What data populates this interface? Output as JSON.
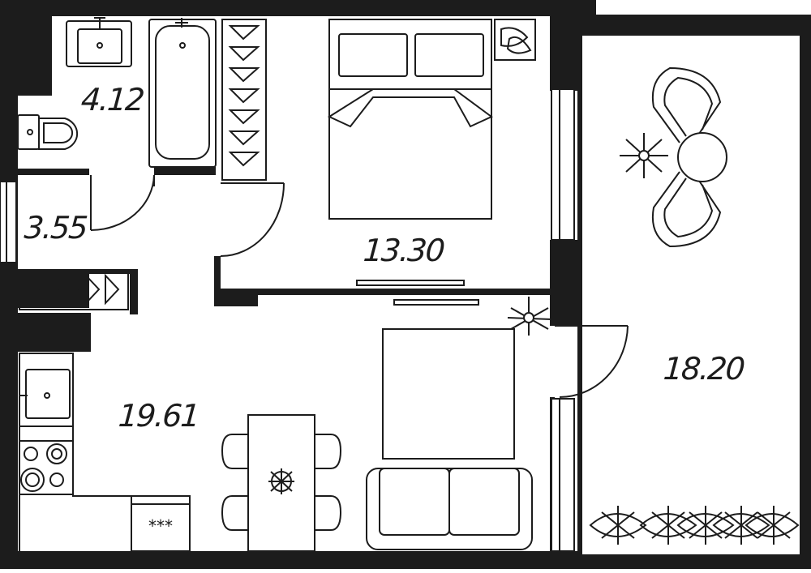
{
  "colors": {
    "wall": "#1c1c1c",
    "floor": "#ffffff",
    "line": "#1c1c1c"
  },
  "rooms": [
    {
      "id": "bathroom",
      "area": "4.12"
    },
    {
      "id": "hall",
      "area": "3.55"
    },
    {
      "id": "bedroom",
      "area": "13.30"
    },
    {
      "id": "kitchen-living",
      "area": "19.61"
    },
    {
      "id": "loggia",
      "area": "18.20"
    }
  ],
  "icons": [
    "sink-icon",
    "bathtub-icon",
    "toilet-icon",
    "wardrobe-icon",
    "bed-icon",
    "plant-icon",
    "chair-icon",
    "table-icon",
    "tv-icon",
    "rug-icon",
    "sofa-icon",
    "stove-icon",
    "dishwasher-icon",
    "door-swing-icon",
    "window-icon"
  ]
}
